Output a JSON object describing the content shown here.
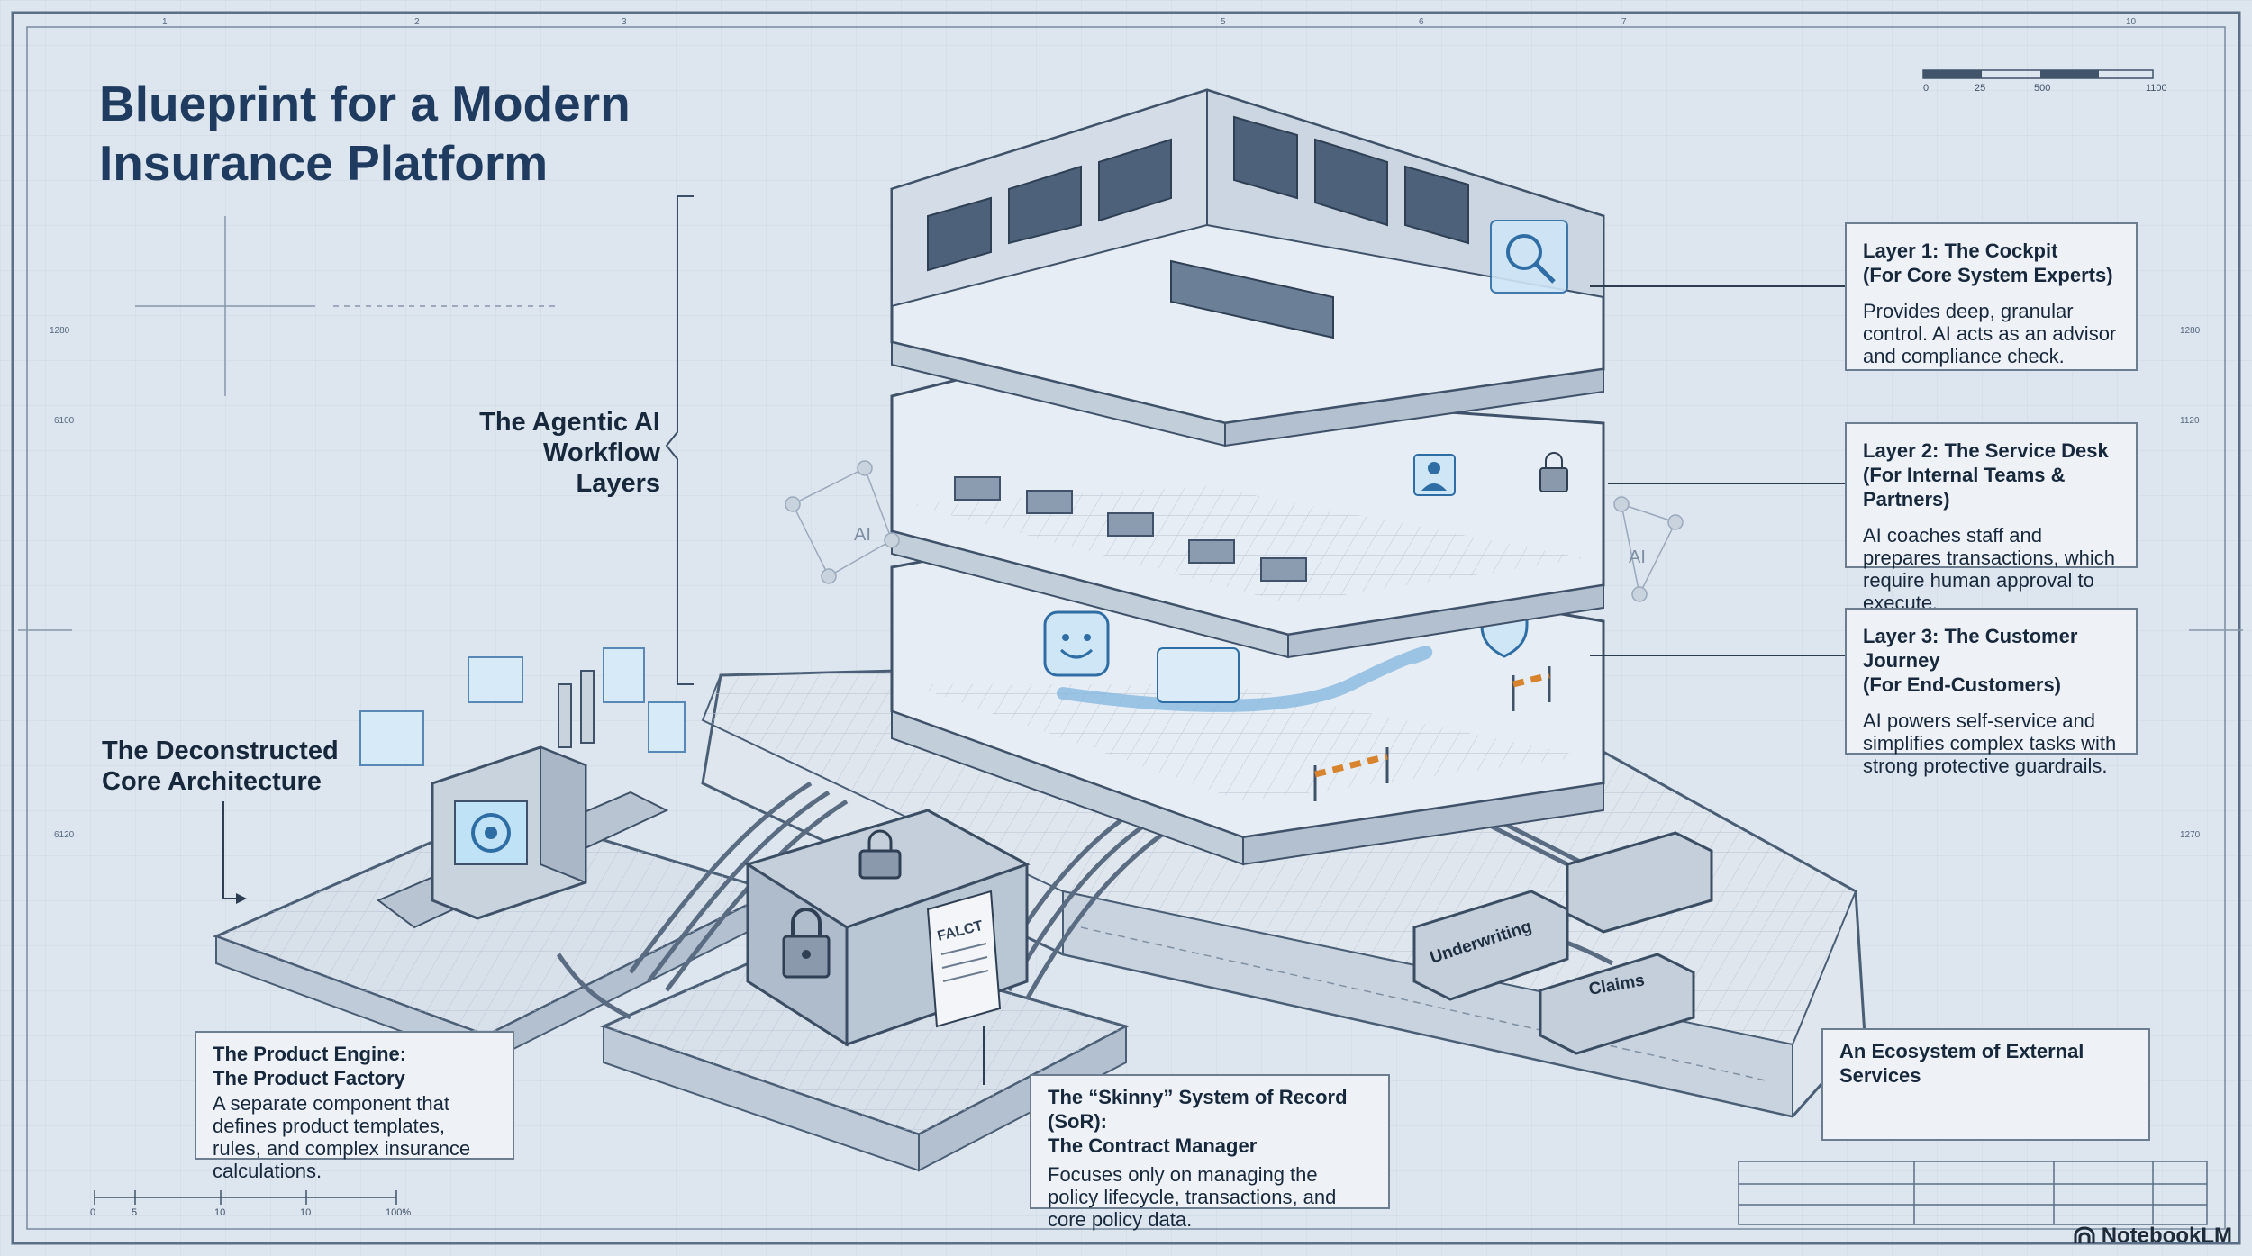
{
  "title_line1": "Blueprint for a Modern",
  "title_line2": "Insurance Platform",
  "labels": {
    "workflow_line1": "The Agentic AI",
    "workflow_line2": "Workflow Layers",
    "core_line1": "The Deconstructed",
    "core_line2": "Core Architecture"
  },
  "layers": [
    {
      "title1": "Layer 1: The Cockpit",
      "title2": "(For Core System Experts)",
      "desc": "Provides deep, granular control. AI acts as an advisor and compliance check."
    },
    {
      "title1": "Layer 2: The Service Desk",
      "title2": "(For Internal Teams & Partners)",
      "desc": "AI coaches staff and prepares transactions, which require human approval to execute."
    },
    {
      "title1": "Layer 3: The Customer Journey",
      "title2": "(For End-Customers)",
      "desc": "AI powers self-service and simplifies complex tasks with strong protective guardrails."
    }
  ],
  "product_engine": {
    "title1": "The Product Engine:",
    "title2": "The Product Factory",
    "desc": "A separate component that defines product templates, rules, and complex insurance calculations."
  },
  "sor": {
    "title1": "The “Skinny” System of Record (SoR):",
    "title2": "The Contract Manager",
    "desc": "Focuses only on managing the policy lifecycle, transactions, and core policy data."
  },
  "ecosystem": {
    "title": "An Ecosystem of External Services"
  },
  "services": [
    "Underwriting",
    "Claims"
  ],
  "ai_tags": [
    "AI",
    "AI"
  ],
  "document_label": "FALCT",
  "scale_top": [
    "0",
    "25",
    "500",
    "1100"
  ],
  "scale_bottom": [
    "0",
    "5",
    "10",
    "10",
    "100%"
  ],
  "ruler_top": [
    "1",
    "2",
    "3",
    "5",
    "6",
    "7",
    "10"
  ],
  "ruler_left": [
    "1280",
    "6100",
    "6120"
  ],
  "ruler_right": [
    "1280",
    "1120",
    "1270"
  ],
  "branding": "NotebookLM",
  "icons": [
    "magnifier-icon",
    "shield-icon",
    "chat-icon",
    "user-icon",
    "lock-icon",
    "smiley-icon",
    "gear-icon",
    "padlock-icon",
    "document-icon"
  ]
}
